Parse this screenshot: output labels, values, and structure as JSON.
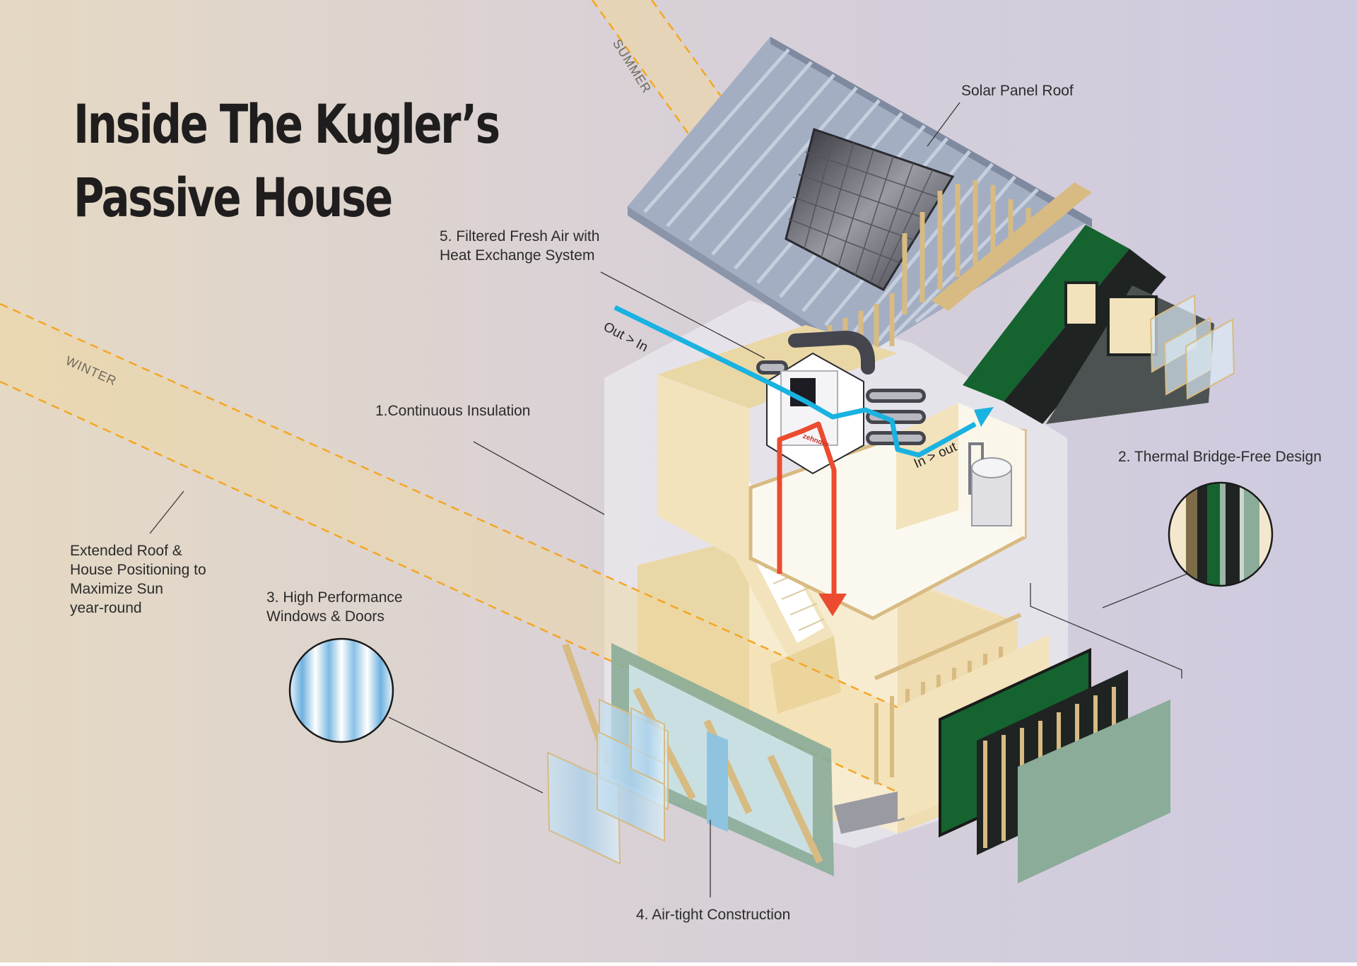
{
  "title": {
    "line1": "Inside The Kugler’s",
    "line2": "Passive House"
  },
  "sun": {
    "summer": "SUMMER",
    "winter": "WINTER"
  },
  "airflow": {
    "out_in": "Out > In",
    "in_out": "In > out"
  },
  "unit_brand": "zehnder",
  "callouts": {
    "solar_roof": "Solar Panel Roof",
    "fresh_air_line1": "5. Filtered Fresh Air with",
    "fresh_air_line2": "Heat Exchange System",
    "insulation": "1.Continuous Insulation",
    "thermal_bridge": "2. Thermal Bridge-Free Design",
    "extended_roof_line1": "Extended Roof &",
    "extended_roof_line2": "House Positioning to",
    "extended_roof_line3": "Maximize Sun",
    "extended_roof_line4": "year-round",
    "windows_line1": "3. High Performance",
    "windows_line2": "Windows & Doors",
    "airtight": "4. Air-tight Construction"
  },
  "colors": {
    "background_left": "#e4d8c4",
    "background_right": "#cfcbe0",
    "sun_band": "#f0d79e",
    "sun_dash": "#f4a623",
    "roof": "#a3aec2",
    "solar_panel": "#3c3c44",
    "insulation_green": "#15632f",
    "panel_sage": "#8aac98",
    "warm_wall": "#f2e3bd",
    "stud_wood": "#d8bb82",
    "fresh_air_blue": "#1ab2e0",
    "exhaust_red": "#ec4b2f"
  }
}
